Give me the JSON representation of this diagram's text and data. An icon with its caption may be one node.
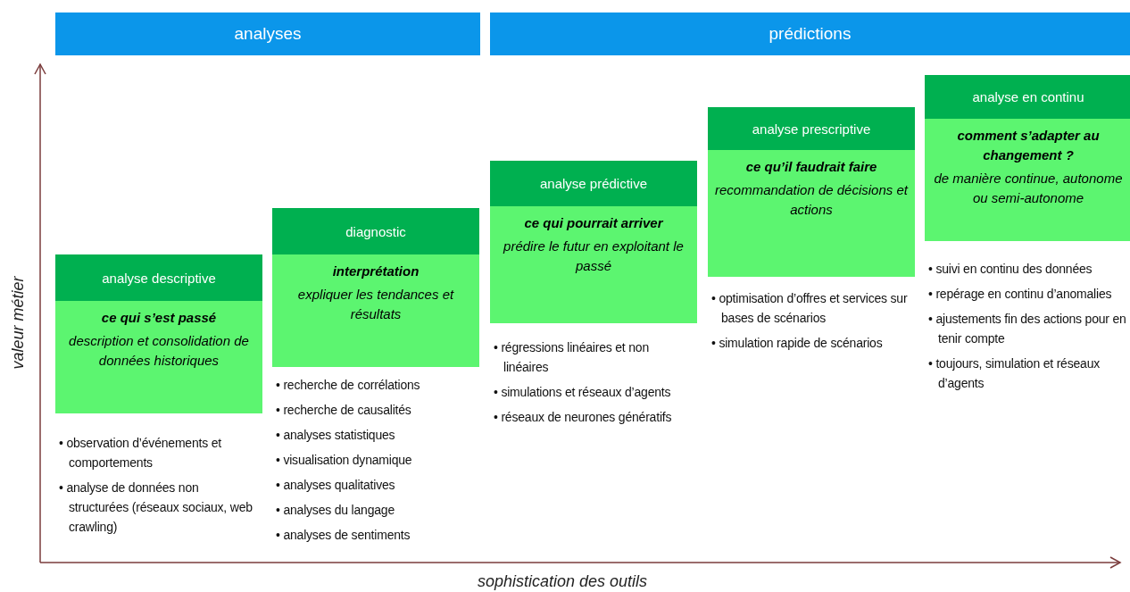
{
  "diagram": {
    "nodes": [
      {
        "text": [
          "analyses"
        ]
      },
      {
        "text": [
          "prédictions"
        ]
      },
      {
        "text": [
          "analyse descriptive",
          "ce qui s’est passé",
          "description et consolidation de données historiques"
        ],
        "beside": [
          "• observation d’événements et comportements",
          "• analyse de données non structurées (réseaux sociaux, web crawling)"
        ]
      },
      {
        "text": [
          "diagnostic",
          "interprétation",
          "expliquer les tendances et résultats"
        ],
        "beside": [
          "• recherche de corrélations",
          "• recherche de causalités",
          "• analyses statistiques",
          "• visualisation dynamique",
          "• analyses qualitatives",
          "• analyses du langage",
          "• analyses de sentiments"
        ]
      },
      {
        "text": [
          "analyse prédictive",
          "ce qui pourrait arriver",
          "prédire le futur en exploitant le passé"
        ],
        "beside": [
          "• régressions linéaires et non linéaires",
          "• simulations et réseaux d’agents",
          "• réseaux de neurones génératifs"
        ]
      },
      {
        "text": [
          "analyse prescriptive",
          "ce qu’il faudrait faire",
          "recommandation de décisions et actions"
        ],
        "beside": [
          "• optimisation d’offres et services sur bases de scénarios",
          "• simulation rapide de scénarios"
        ]
      },
      {
        "text": [
          "analyse en continu",
          "comment s’adapter au changement ?",
          "de manière continue, autonome ou semi-autonome"
        ],
        "beside": [
          "• suivi en continu des données",
          "• repérage en continu d’anomalies",
          "• ajustements fin des actions pour en tenir compte",
          "• toujours, simulation et réseaux d’agents"
        ]
      }
    ],
    "edges": [],
    "labels": [
      "valeur métier",
      "sophistication des outils"
    ]
  }
}
